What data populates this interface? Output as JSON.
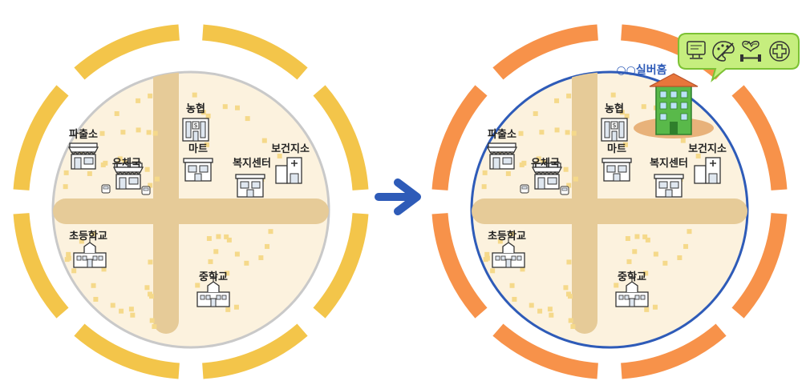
{
  "colors": {
    "left_ring": "#F3C54A",
    "right_ring": "#F7924A",
    "right_border": "#2E5BB8",
    "town_fill": "#FCF2DE",
    "road": "#E6CB98",
    "dot": "#F5D98A",
    "arrow": "#2E5BB8",
    "bubble": "#C6EE7E",
    "bubble_border": "#7CC234",
    "roof": "#E8763B",
    "facility": "#59B94A"
  },
  "left": {
    "labels": {
      "police": "파출소",
      "post": "우체국",
      "coop": "농협",
      "mart": "마트",
      "welfare": "복지센터",
      "health": "보건지소",
      "elementary": "초등학교",
      "middle": "중학교"
    }
  },
  "right": {
    "labels": {
      "police": "파출소",
      "post": "우체국",
      "coop": "농협",
      "mart": "마트",
      "welfare": "복지센터",
      "health": "보건지소",
      "elementary": "초등학교",
      "middle": "중학교"
    },
    "new_facility": "○○실버홈",
    "bubble_icons": [
      "computer-icon",
      "art-palette-icon",
      "fitness-heart-icon",
      "medical-cross-icon"
    ]
  }
}
